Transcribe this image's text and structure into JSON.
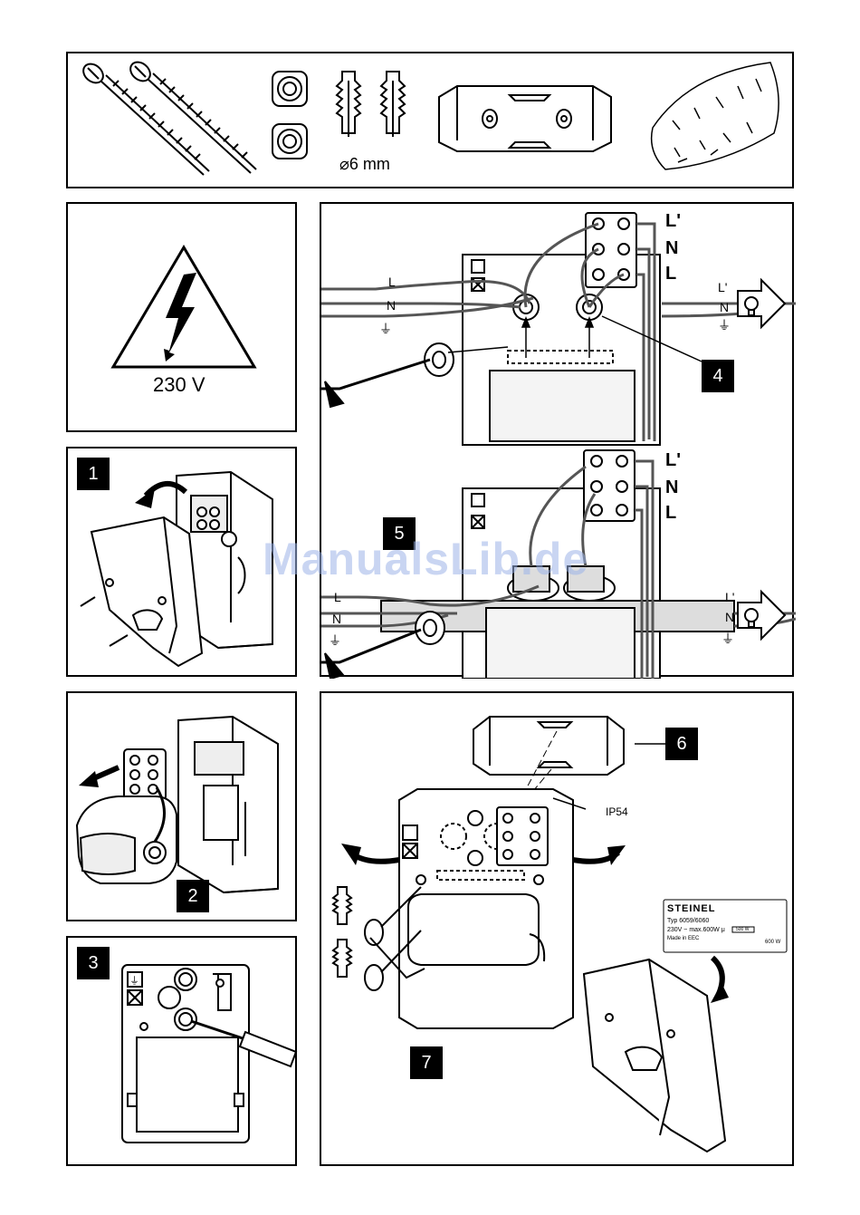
{
  "parts": {
    "drill_size": "⌀6 mm"
  },
  "warning": {
    "voltage": "230 V"
  },
  "steps": {
    "s1": "1",
    "s2": "2",
    "s3": "3",
    "s4": "4",
    "s5": "5",
    "s6": "6",
    "s7": "7"
  },
  "wiring": {
    "in_L": "L",
    "in_N": "N",
    "out_L": "L'",
    "out_N": "N",
    "term_L1": "L'",
    "term_N": "N",
    "term_L": "L"
  },
  "mounting": {
    "ip_rating": "IP54"
  },
  "rating_plate": {
    "brand": "STEINEL",
    "type": "Typ 6059/6060",
    "power": "230V ~ max.600W μ",
    "origin": "Made in EEC",
    "lamp_w": "500 W",
    "bulb_w": "600 W"
  },
  "watermark": "ManualsLib.de"
}
